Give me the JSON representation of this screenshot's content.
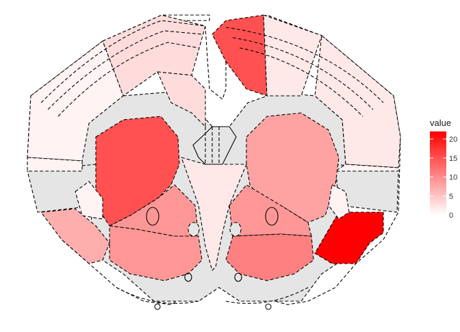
{
  "chart_data": {
    "type": "heatmap",
    "title": "",
    "subtitle": "",
    "xlabel": "",
    "ylabel": "",
    "grid": false,
    "legend": {
      "title": "value",
      "position": "right",
      "min": 0,
      "max": 22,
      "ticks": [
        0,
        5,
        10,
        15,
        20
      ],
      "low_color": "#ffffff",
      "high_color": "#ff0000",
      "na_color": "#e5e5e5"
    },
    "regions": [
      {
        "id": "dorsal-left-sector",
        "value": 3
      },
      {
        "id": "dorsal-right-sector-red",
        "value": 15
      },
      {
        "id": "dorsal-right-sector-pale",
        "value": 2
      },
      {
        "id": "lateral-left-upper-sector",
        "value": 1
      },
      {
        "id": "lateral-right-upper-sector",
        "value": 2
      },
      {
        "id": "lateral-left-lower-band",
        "value": 1
      },
      {
        "id": "lateral-right-lower-band",
        "value": 1
      },
      {
        "id": "left-striatum",
        "value": 15
      },
      {
        "id": "right-striatum",
        "value": 8
      },
      {
        "id": "left-pallidum",
        "value": 9
      },
      {
        "id": "right-pallidum",
        "value": 9
      },
      {
        "id": "left-ventral",
        "value": 9
      },
      {
        "id": "right-ventral",
        "value": 11
      },
      {
        "id": "midline-dorsal",
        "value": 3
      },
      {
        "id": "left-ventrolateral",
        "value": 7
      },
      {
        "id": "right-ventrolateral",
        "value": 22
      },
      {
        "id": "left-small-lateral",
        "value": 1
      },
      {
        "id": "right-small-lateral",
        "value": 1
      },
      {
        "id": "midline-ventral",
        "value": 2
      }
    ]
  }
}
